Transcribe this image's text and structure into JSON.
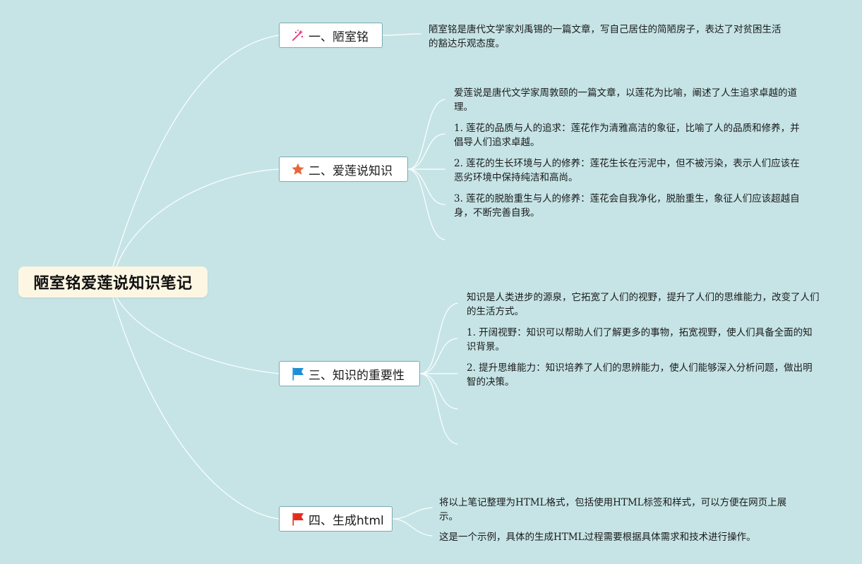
{
  "root": {
    "title": "陋室铭爱莲说知识笔记"
  },
  "topics": [
    {
      "label": "一、陋室铭",
      "icon": "sparkle-icon",
      "notes": [
        "陋室铭是唐代文学家刘禹锡的一篇文章，写自己居住的简陋房子，表达了对贫困生活的豁达乐观态度。"
      ]
    },
    {
      "label": "二、爱莲说知识",
      "icon": "star-icon",
      "notes": [
        "爱莲说是唐代文学家周敦颐的一篇文章，以莲花为比喻，阐述了人生追求卓越的道理。",
        "1. 莲花的品质与人的追求：莲花作为清雅高洁的象征，比喻了人的品质和修养，并倡导人们追求卓越。",
        "2. 莲花的生长环境与人的修养：莲花生长在污泥中，但不被污染，表示人们应该在恶劣环境中保持纯洁和高尚。",
        "3. 莲花的脱胎重生与人的修养：莲花会自我净化，脱胎重生，象征人们应该超越自身，不断完善自我。"
      ]
    },
    {
      "label": "三、知识的重要性",
      "icon": "blue-flag-icon",
      "notes": [
        "知识是人类进步的源泉，它拓宽了人们的视野，提升了人们的思维能力，改变了人们的生活方式。",
        "1. 开阔视野：知识可以帮助人们了解更多的事物，拓宽视野，使人们具备全面的知识背景。",
        "2. 提升思维能力：知识培养了人们的思辨能力，使人们能够深入分析问题，做出明智的决策。"
      ]
    },
    {
      "label": "四、生成html",
      "icon": "red-flag-icon",
      "notes": [
        "将以上笔记整理为HTML格式，包括使用HTML标签和样式，可以方便在网页上展示。",
        "这是一个示例，具体的生成HTML过程需要根据具体需求和技术进行操作。"
      ]
    }
  ],
  "colors": {
    "background": "#c6e4e6",
    "connector": "#ffffff",
    "topic_border": "#7aa9ad",
    "root_fill": "#fdf6e3",
    "star": "#e8663a",
    "blue_flag": "#1e8fd6",
    "red_flag": "#e62b1e",
    "sparkle": "#e0337a"
  }
}
